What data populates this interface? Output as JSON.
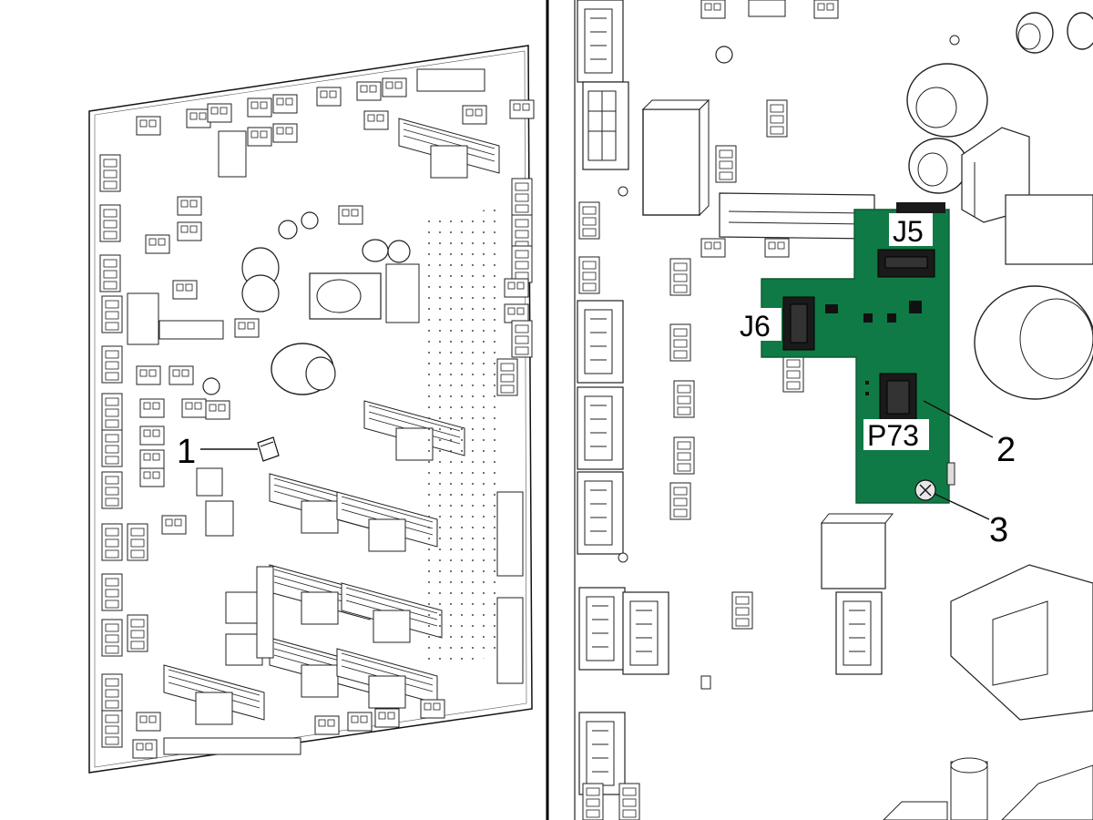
{
  "callouts": [
    {
      "id": "1",
      "label": "1"
    },
    {
      "id": "2",
      "label": "2"
    },
    {
      "id": "3",
      "label": "3"
    }
  ],
  "connectors": [
    {
      "id": "J5",
      "label": "J5"
    },
    {
      "id": "J6",
      "label": "J6"
    },
    {
      "id": "P73",
      "label": "P73"
    }
  ],
  "colors": {
    "highlight_board": "#0f7a45",
    "connector": "#1a1a1a",
    "line": "#111111"
  }
}
